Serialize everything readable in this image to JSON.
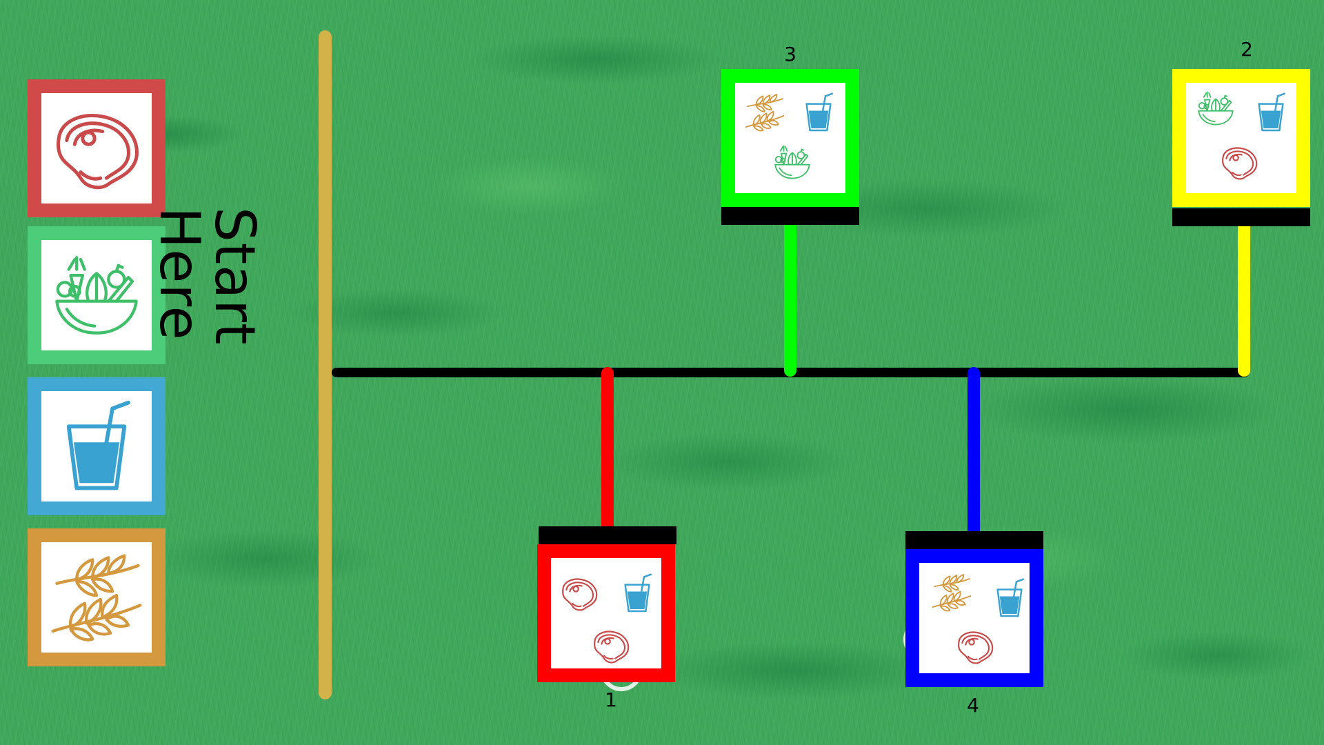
{
  "start_label": "Start Here",
  "legend": [
    {
      "icon": "steak-icon",
      "color": "#d04a4a"
    },
    {
      "icon": "salad-bowl-icon",
      "color": "#4dcc7a"
    },
    {
      "icon": "drink-glass-icon",
      "color": "#44a8d4"
    },
    {
      "icon": "wheat-icon",
      "color": "#d4983e"
    }
  ],
  "stations": [
    {
      "number": "1",
      "color": "#ff0000",
      "items": [
        "steak-icon",
        "drink-glass-icon",
        "steak-icon"
      ]
    },
    {
      "number": "2",
      "color": "#ffff00",
      "items": [
        "salad-bowl-icon",
        "drink-glass-icon",
        "steak-icon"
      ]
    },
    {
      "number": "3",
      "color": "#00ff00",
      "items": [
        "wheat-icon",
        "drink-glass-icon",
        "salad-bowl-icon"
      ]
    },
    {
      "number": "4",
      "color": "#0000ff",
      "items": [
        "wheat-icon",
        "drink-glass-icon",
        "steak-icon"
      ]
    }
  ],
  "colors": {
    "start_bar": "#d4b24a",
    "track": "#000000",
    "grass": "#3fa85a"
  }
}
